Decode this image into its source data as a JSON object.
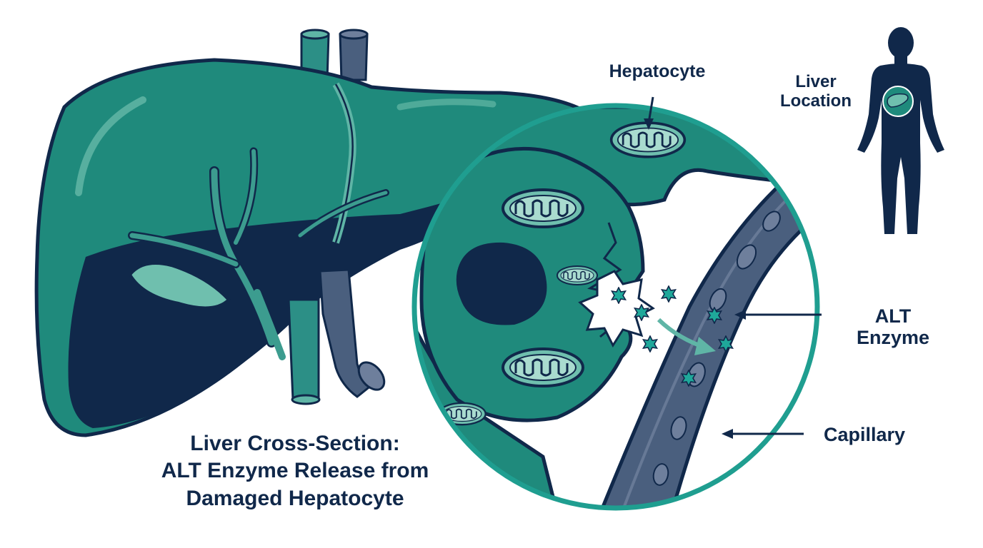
{
  "labels": {
    "hepatocyte": "Hepatocyte",
    "liver_location": [
      "Liver",
      "Location"
    ],
    "alt_enzyme": [
      "ALT",
      "Enzyme"
    ],
    "capillary": "Capillary"
  },
  "title": {
    "lines": [
      "Liver Cross-Section:",
      "ALT Enzyme Release from",
      "Damaged Hepatocyte"
    ]
  },
  "colors": {
    "liver_teal": "#1f8a7c",
    "liver_light": "#5fb5a6",
    "dark_navy": "#10284a",
    "vein_gray": "#4a5f7e",
    "capillary_wall": "#6e7f9c",
    "enzyme": "#1fa89a",
    "circle_border": "#1f9e90"
  },
  "icons": [
    "human-silhouette-icon",
    "liver-icon",
    "mitochondrion-icon",
    "enzyme-star-icon",
    "red-blood-cell-icon"
  ]
}
